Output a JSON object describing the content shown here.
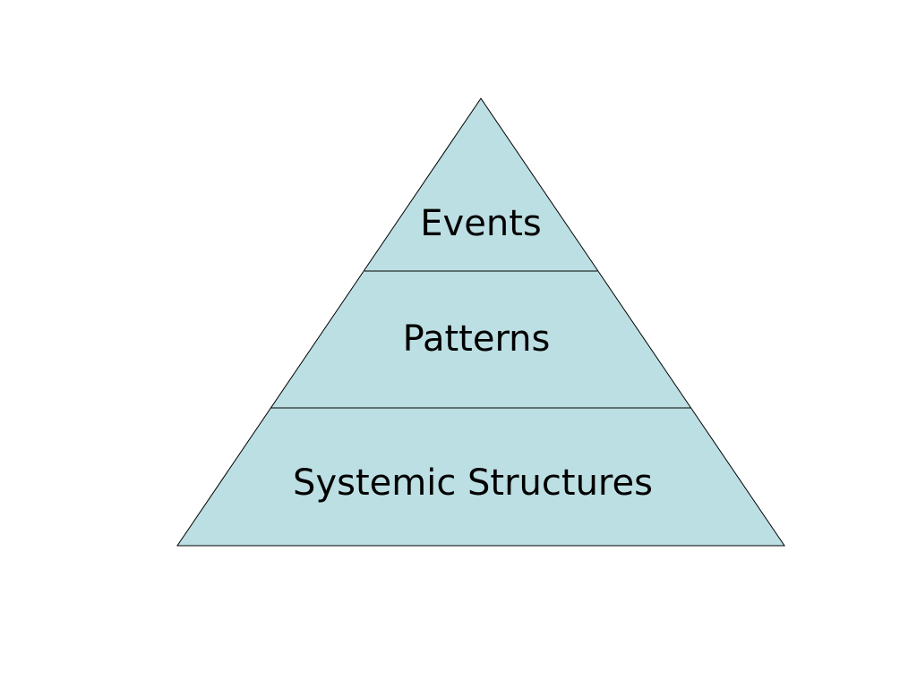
{
  "diagram": {
    "fill_color": "#bcdfe3",
    "stroke_color": "#000000",
    "tiers": [
      {
        "label": "Events"
      },
      {
        "label": "Patterns"
      },
      {
        "label": "Systemic Structures"
      }
    ]
  }
}
